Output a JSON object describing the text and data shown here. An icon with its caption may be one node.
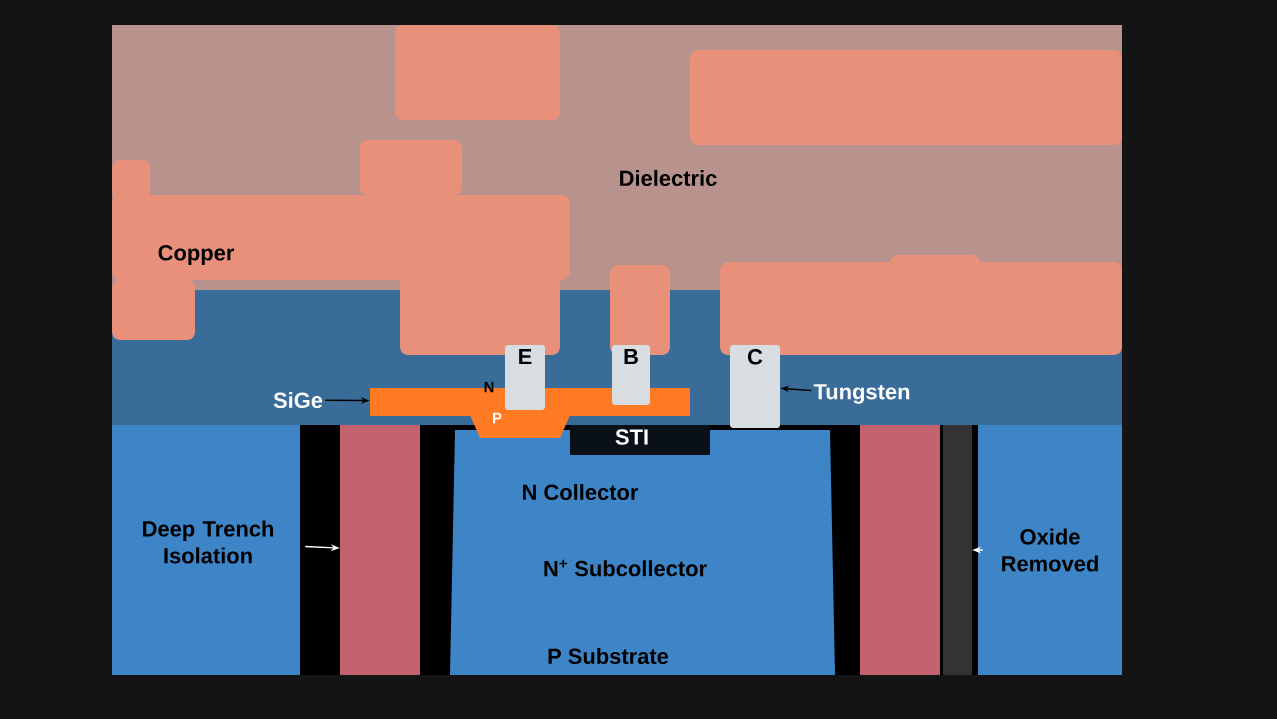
{
  "diagram": {
    "nodes": [
      {
        "text": [
          "SiGe"
        ]
      },
      {
        "text": [],
        "shape": "bar"
      },
      {
        "text": [
          "E"
        ]
      },
      {
        "text": [
          "B"
        ]
      },
      {
        "text": [
          "C"
        ]
      },
      {
        "text": [
          "Tungsten"
        ]
      },
      {
        "text": [
          "Deep Trench Isolation"
        ]
      },
      {
        "text": [],
        "shape": "bar"
      },
      {
        "text": [],
        "shape": "bar"
      },
      {
        "text": [
          "Oxide Removed"
        ]
      }
    ],
    "edges": [
      {
        "from": 0,
        "to": 1,
        "arrow": "to"
      },
      {
        "from": 5,
        "to": 4,
        "arrow": "to"
      },
      {
        "from": 6,
        "to": 7,
        "arrow": "to",
        "color": "#ffffff"
      },
      {
        "from": 9,
        "to": 8,
        "arrow": "to",
        "color": "#ffffff"
      }
    ],
    "labels": [
      "Dielectric",
      "Copper",
      "N",
      "P",
      "STI",
      "N Collector",
      "N$^{+}$ Subcollector",
      "P Substrate"
    ]
  }
}
